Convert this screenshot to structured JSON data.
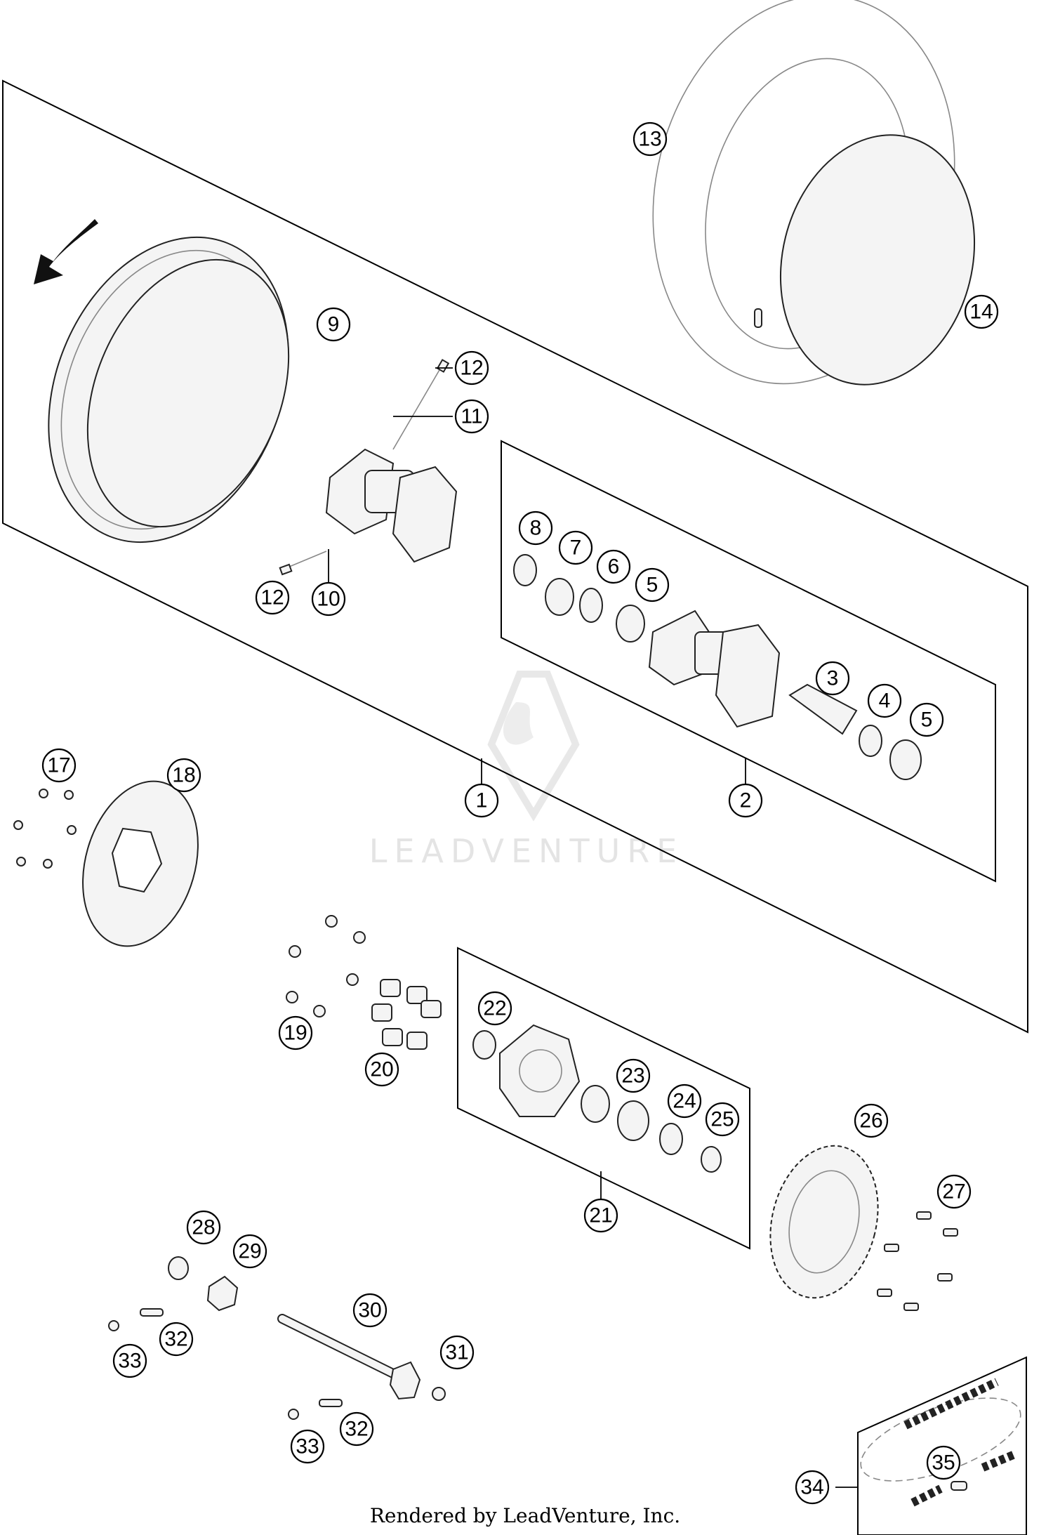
{
  "watermark": {
    "text": "LEADVENTURE"
  },
  "credit": {
    "text": "Rendered by LeadVenture, Inc."
  },
  "callouts": [
    {
      "id": "c1",
      "label": "1"
    },
    {
      "id": "c2",
      "label": "2"
    },
    {
      "id": "c3",
      "label": "3"
    },
    {
      "id": "c4",
      "label": "4"
    },
    {
      "id": "c5a",
      "label": "5"
    },
    {
      "id": "c5b",
      "label": "5"
    },
    {
      "id": "c6",
      "label": "6"
    },
    {
      "id": "c7",
      "label": "7"
    },
    {
      "id": "c8",
      "label": "8"
    },
    {
      "id": "c9",
      "label": "9"
    },
    {
      "id": "c10",
      "label": "10"
    },
    {
      "id": "c11",
      "label": "11"
    },
    {
      "id": "c12a",
      "label": "12"
    },
    {
      "id": "c12b",
      "label": "12"
    },
    {
      "id": "c13",
      "label": "13"
    },
    {
      "id": "c14",
      "label": "14"
    },
    {
      "id": "c17",
      "label": "17"
    },
    {
      "id": "c18",
      "label": "18"
    },
    {
      "id": "c19",
      "label": "19"
    },
    {
      "id": "c20",
      "label": "20"
    },
    {
      "id": "c21",
      "label": "21"
    },
    {
      "id": "c22",
      "label": "22"
    },
    {
      "id": "c23",
      "label": "23"
    },
    {
      "id": "c24",
      "label": "24"
    },
    {
      "id": "c25",
      "label": "25"
    },
    {
      "id": "c26",
      "label": "26"
    },
    {
      "id": "c27",
      "label": "27"
    },
    {
      "id": "c28",
      "label": "28"
    },
    {
      "id": "c29",
      "label": "29"
    },
    {
      "id": "c30",
      "label": "30"
    },
    {
      "id": "c31",
      "label": "31"
    },
    {
      "id": "c32a",
      "label": "32"
    },
    {
      "id": "c32b",
      "label": "32"
    },
    {
      "id": "c33a",
      "label": "33"
    },
    {
      "id": "c33b",
      "label": "33"
    },
    {
      "id": "c34",
      "label": "34"
    },
    {
      "id": "c35",
      "label": "35"
    }
  ]
}
